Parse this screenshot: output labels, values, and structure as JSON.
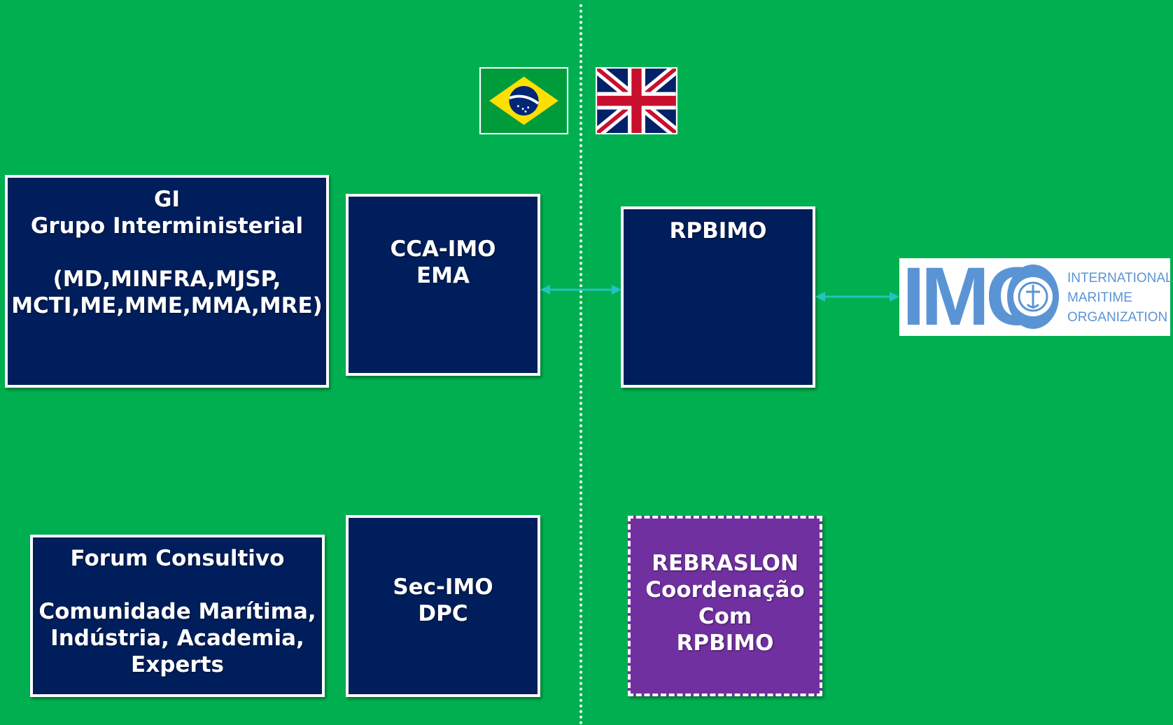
{
  "colors": {
    "background": "#00b050",
    "box_fill": "#001e5c",
    "highlight_box_fill": "#7030a0",
    "connector": "#27c1c1",
    "imo_blue": "#5b94d4"
  },
  "flags": {
    "left": "brazil-flag-icon",
    "right": "united-kingdom-flag-icon"
  },
  "boxes": {
    "gi": "GI\nGrupo Interministerial\n\n(MD,MINFRA,MJSP,\nMCTI,ME,MME,MMA,MRE)",
    "cca_imo": "CCA-IMO\nEMA",
    "rpbimo": "RPBIMO",
    "forum": "Forum Consultivo\n\nComunidade Marítima,\nIndústria, Academia,\nExperts",
    "sec_imo": "Sec-IMO\nDPC",
    "rebraslon": "REBRASLON\nCoordenação\nCom\nRPBIMO"
  },
  "imo_logo": {
    "letters": "IMO",
    "name": "INTERNATIONAL\nMARITIME\nORGANIZATION"
  }
}
